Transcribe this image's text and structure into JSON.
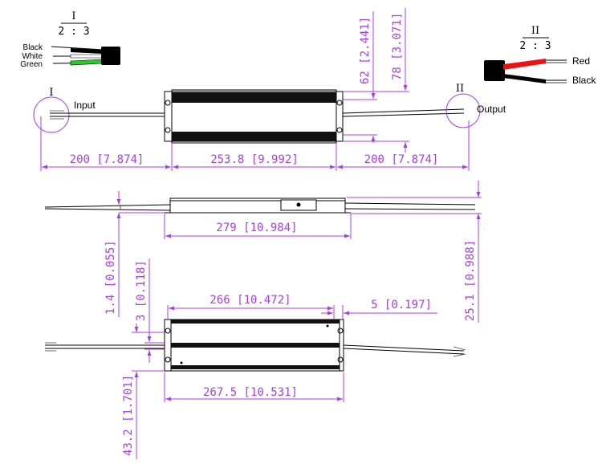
{
  "detail_1": {
    "roman": "I",
    "ratio": "2 : 3",
    "wires": [
      "Black",
      "White",
      "Green"
    ],
    "colors": [
      "#000000",
      "#ffffff",
      "#22cc22"
    ]
  },
  "detail_2": {
    "roman": "II",
    "ratio": "2 : 3",
    "wires": [
      "Red",
      "Black"
    ],
    "colors": [
      "#ee1111",
      "#000000"
    ]
  },
  "view_top": {
    "input_label": "Input",
    "output_label": "Output",
    "marker_in": "I",
    "marker_out": "II",
    "dims": {
      "lead_left": "200 [7.874]",
      "body": "253.8 [9.992]",
      "lead_right": "200 [7.874]",
      "h_inner": "62 [2.441]",
      "h_outer": "78 [3.071]"
    }
  },
  "view_side": {
    "dims": {
      "overall": "279 [10.984]",
      "flange": "1.4 [0.055]",
      "height": "25.1 [0.988]"
    }
  },
  "view_bottom": {
    "dims": {
      "top_len": "266 [10.472]",
      "offset": "5 [0.197]",
      "slot": "3 [0.118]",
      "bottom_len": "267.5 [10.531]",
      "width": "43.2 [1.701]"
    }
  },
  "colors": {
    "dimension": "#a640e0",
    "outline": "#000000",
    "lead": "#222222"
  }
}
